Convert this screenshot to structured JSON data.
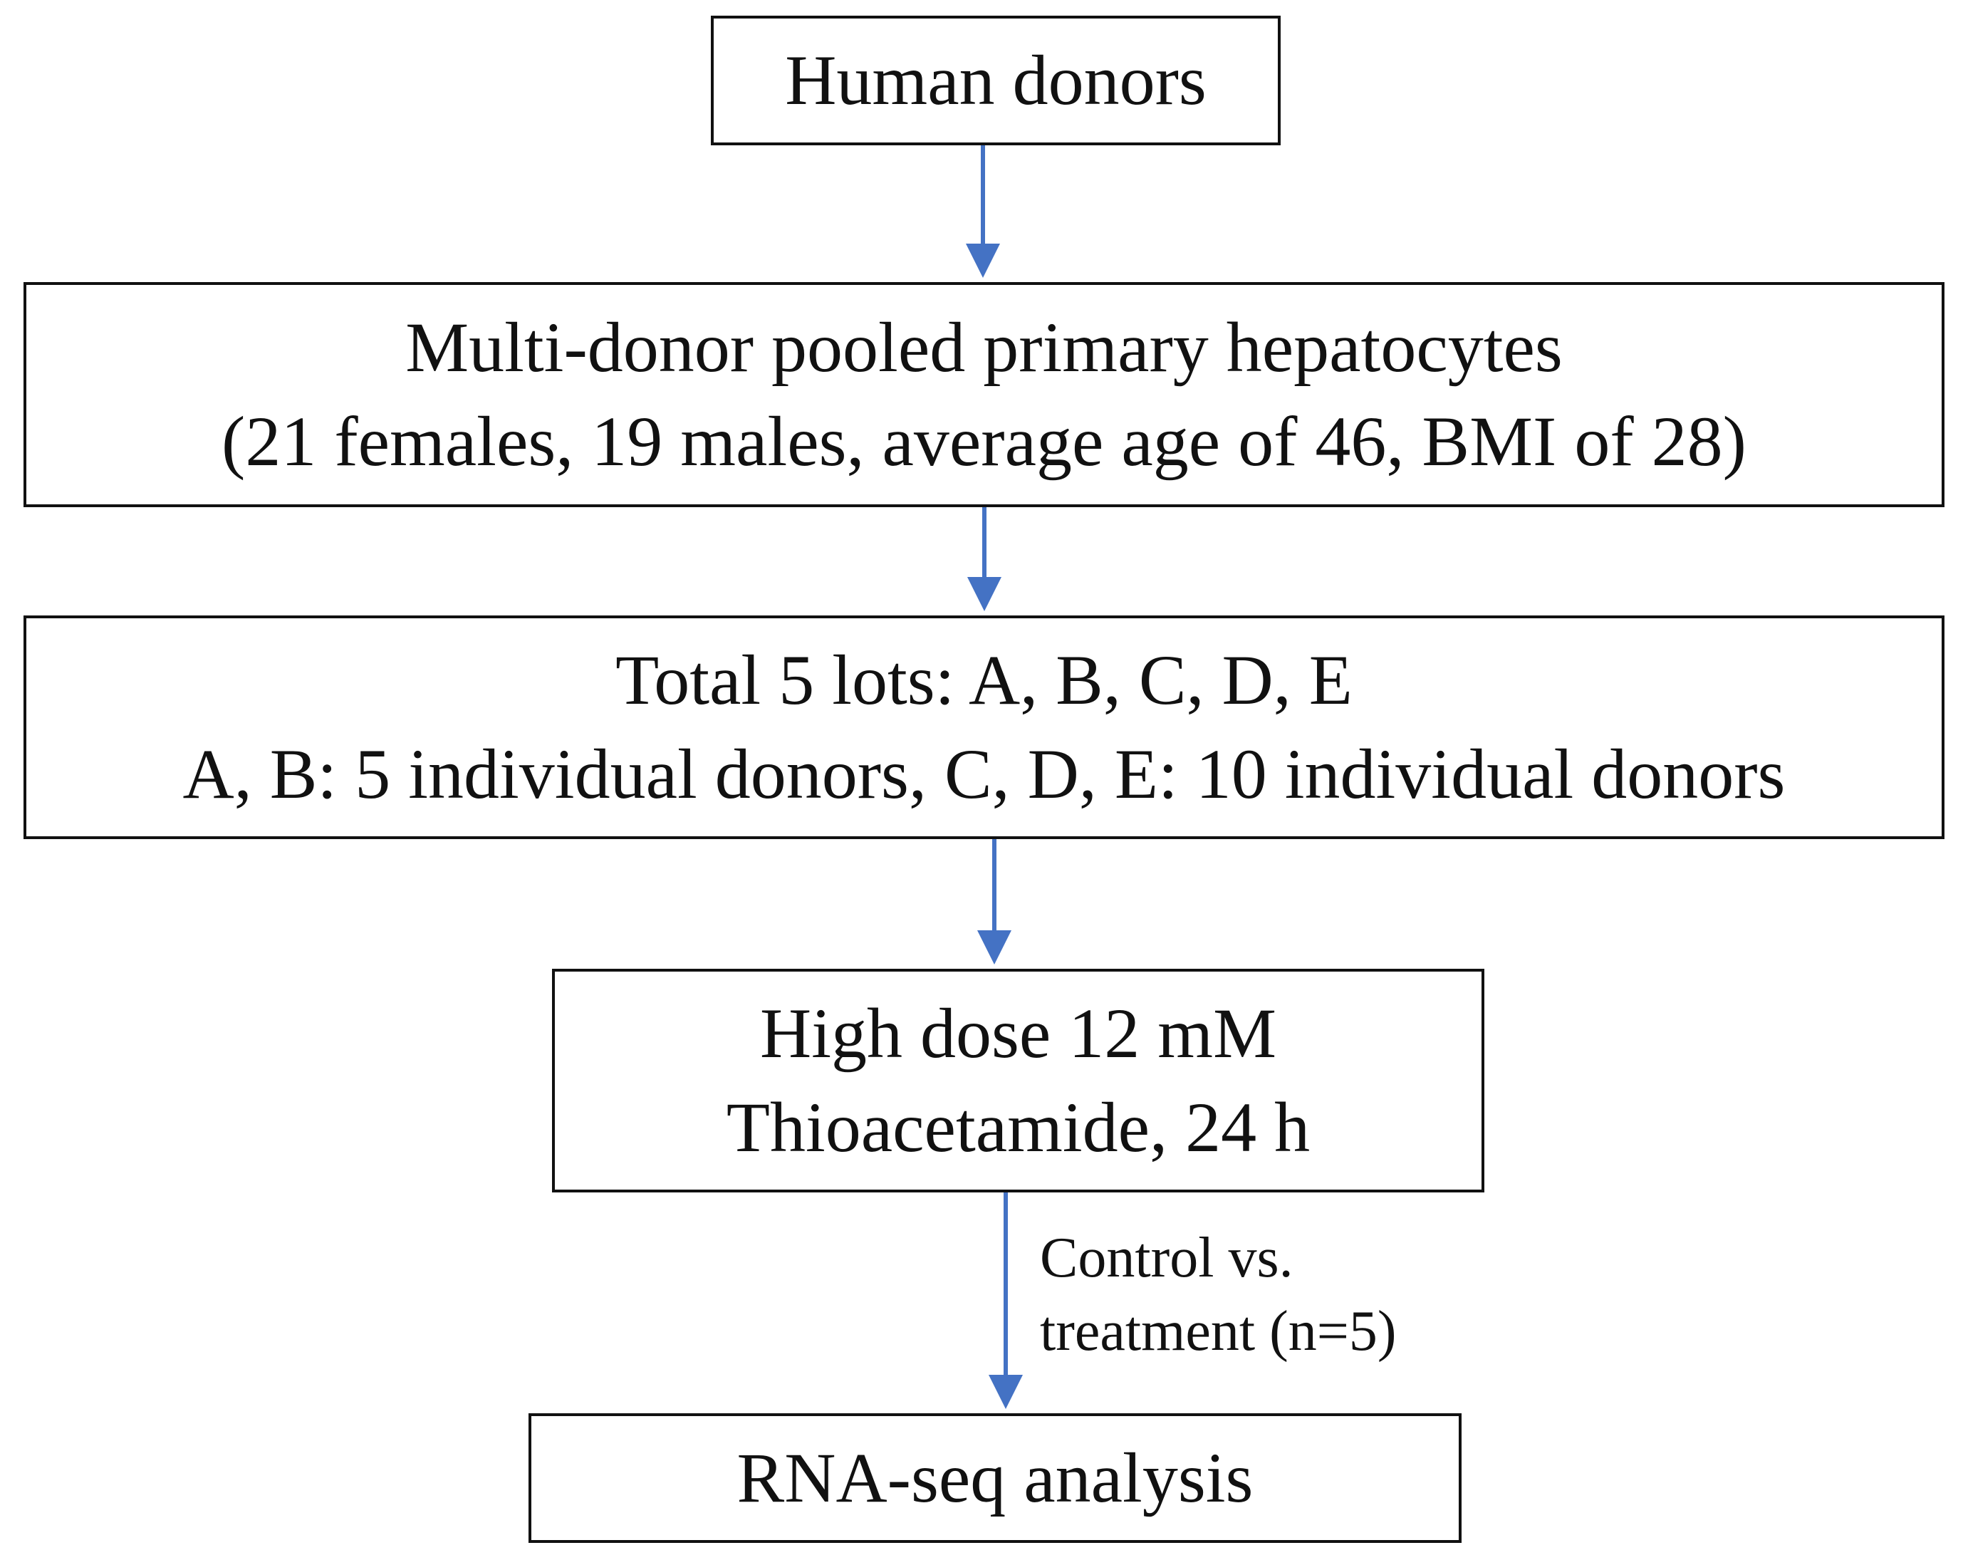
{
  "colors": {
    "arrow": "#4472C4",
    "box_border": "#111111",
    "text": "#111111"
  },
  "nodes": {
    "donors": {
      "lines": [
        "Human donors"
      ]
    },
    "pooled": {
      "lines": [
        "Multi-donor pooled primary hepatocytes",
        "(21 females, 19 males, average age of 46, BMI of 28)"
      ]
    },
    "lots": {
      "lines": [
        "Total 5 lots: A, B, C, D, E",
        "A, B: 5 individual donors, C, D, E: 10 individual donors"
      ]
    },
    "dose": {
      "lines": [
        "High dose 12 mM",
        "Thioacetamide, 24 h"
      ]
    },
    "rnaseq": {
      "lines": [
        "RNA-seq analysis"
      ]
    }
  },
  "edges": [
    {
      "from": "donors",
      "to": "pooled",
      "label": []
    },
    {
      "from": "pooled",
      "to": "lots",
      "label": []
    },
    {
      "from": "lots",
      "to": "dose",
      "label": []
    },
    {
      "from": "dose",
      "to": "rnaseq",
      "label": [
        "Control vs.",
        "treatment (n=5)"
      ]
    }
  ]
}
